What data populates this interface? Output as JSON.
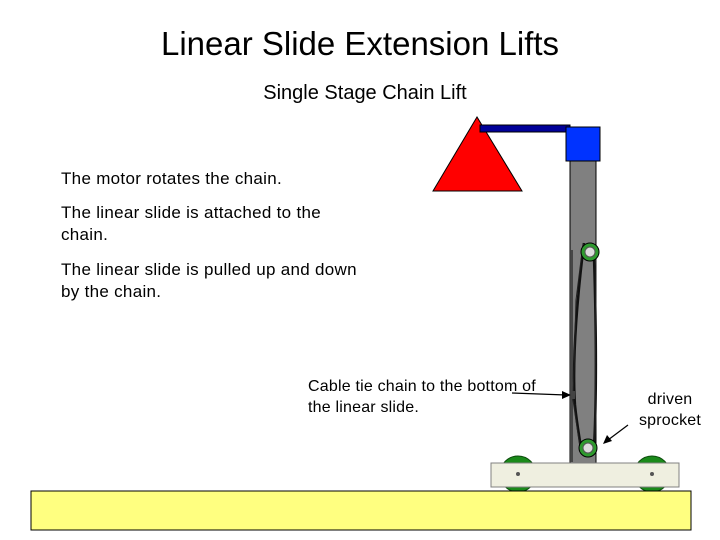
{
  "slide": {
    "title": "Linear Slide Extension Lifts",
    "subtitle": "Single Stage Chain Lift",
    "bullets": [
      "The motor rotates the chain.",
      "The linear slide is attached to the chain.",
      "The linear slide is pulled up and down by the chain."
    ]
  },
  "diagram": {
    "labels": {
      "cable_tie": "Cable tie chain to the bottom of the linear slide.",
      "driven_sprocket": "driven sprocket"
    },
    "colors": {
      "triangle": "#ff0000",
      "motor": "#0033ff",
      "arm": "#000099",
      "slide": "#808080",
      "base": "#efefe0",
      "wheels": "#1a8a1a",
      "sprocket": "#2e9a2e",
      "bottom_bar": "#ffff80"
    }
  }
}
